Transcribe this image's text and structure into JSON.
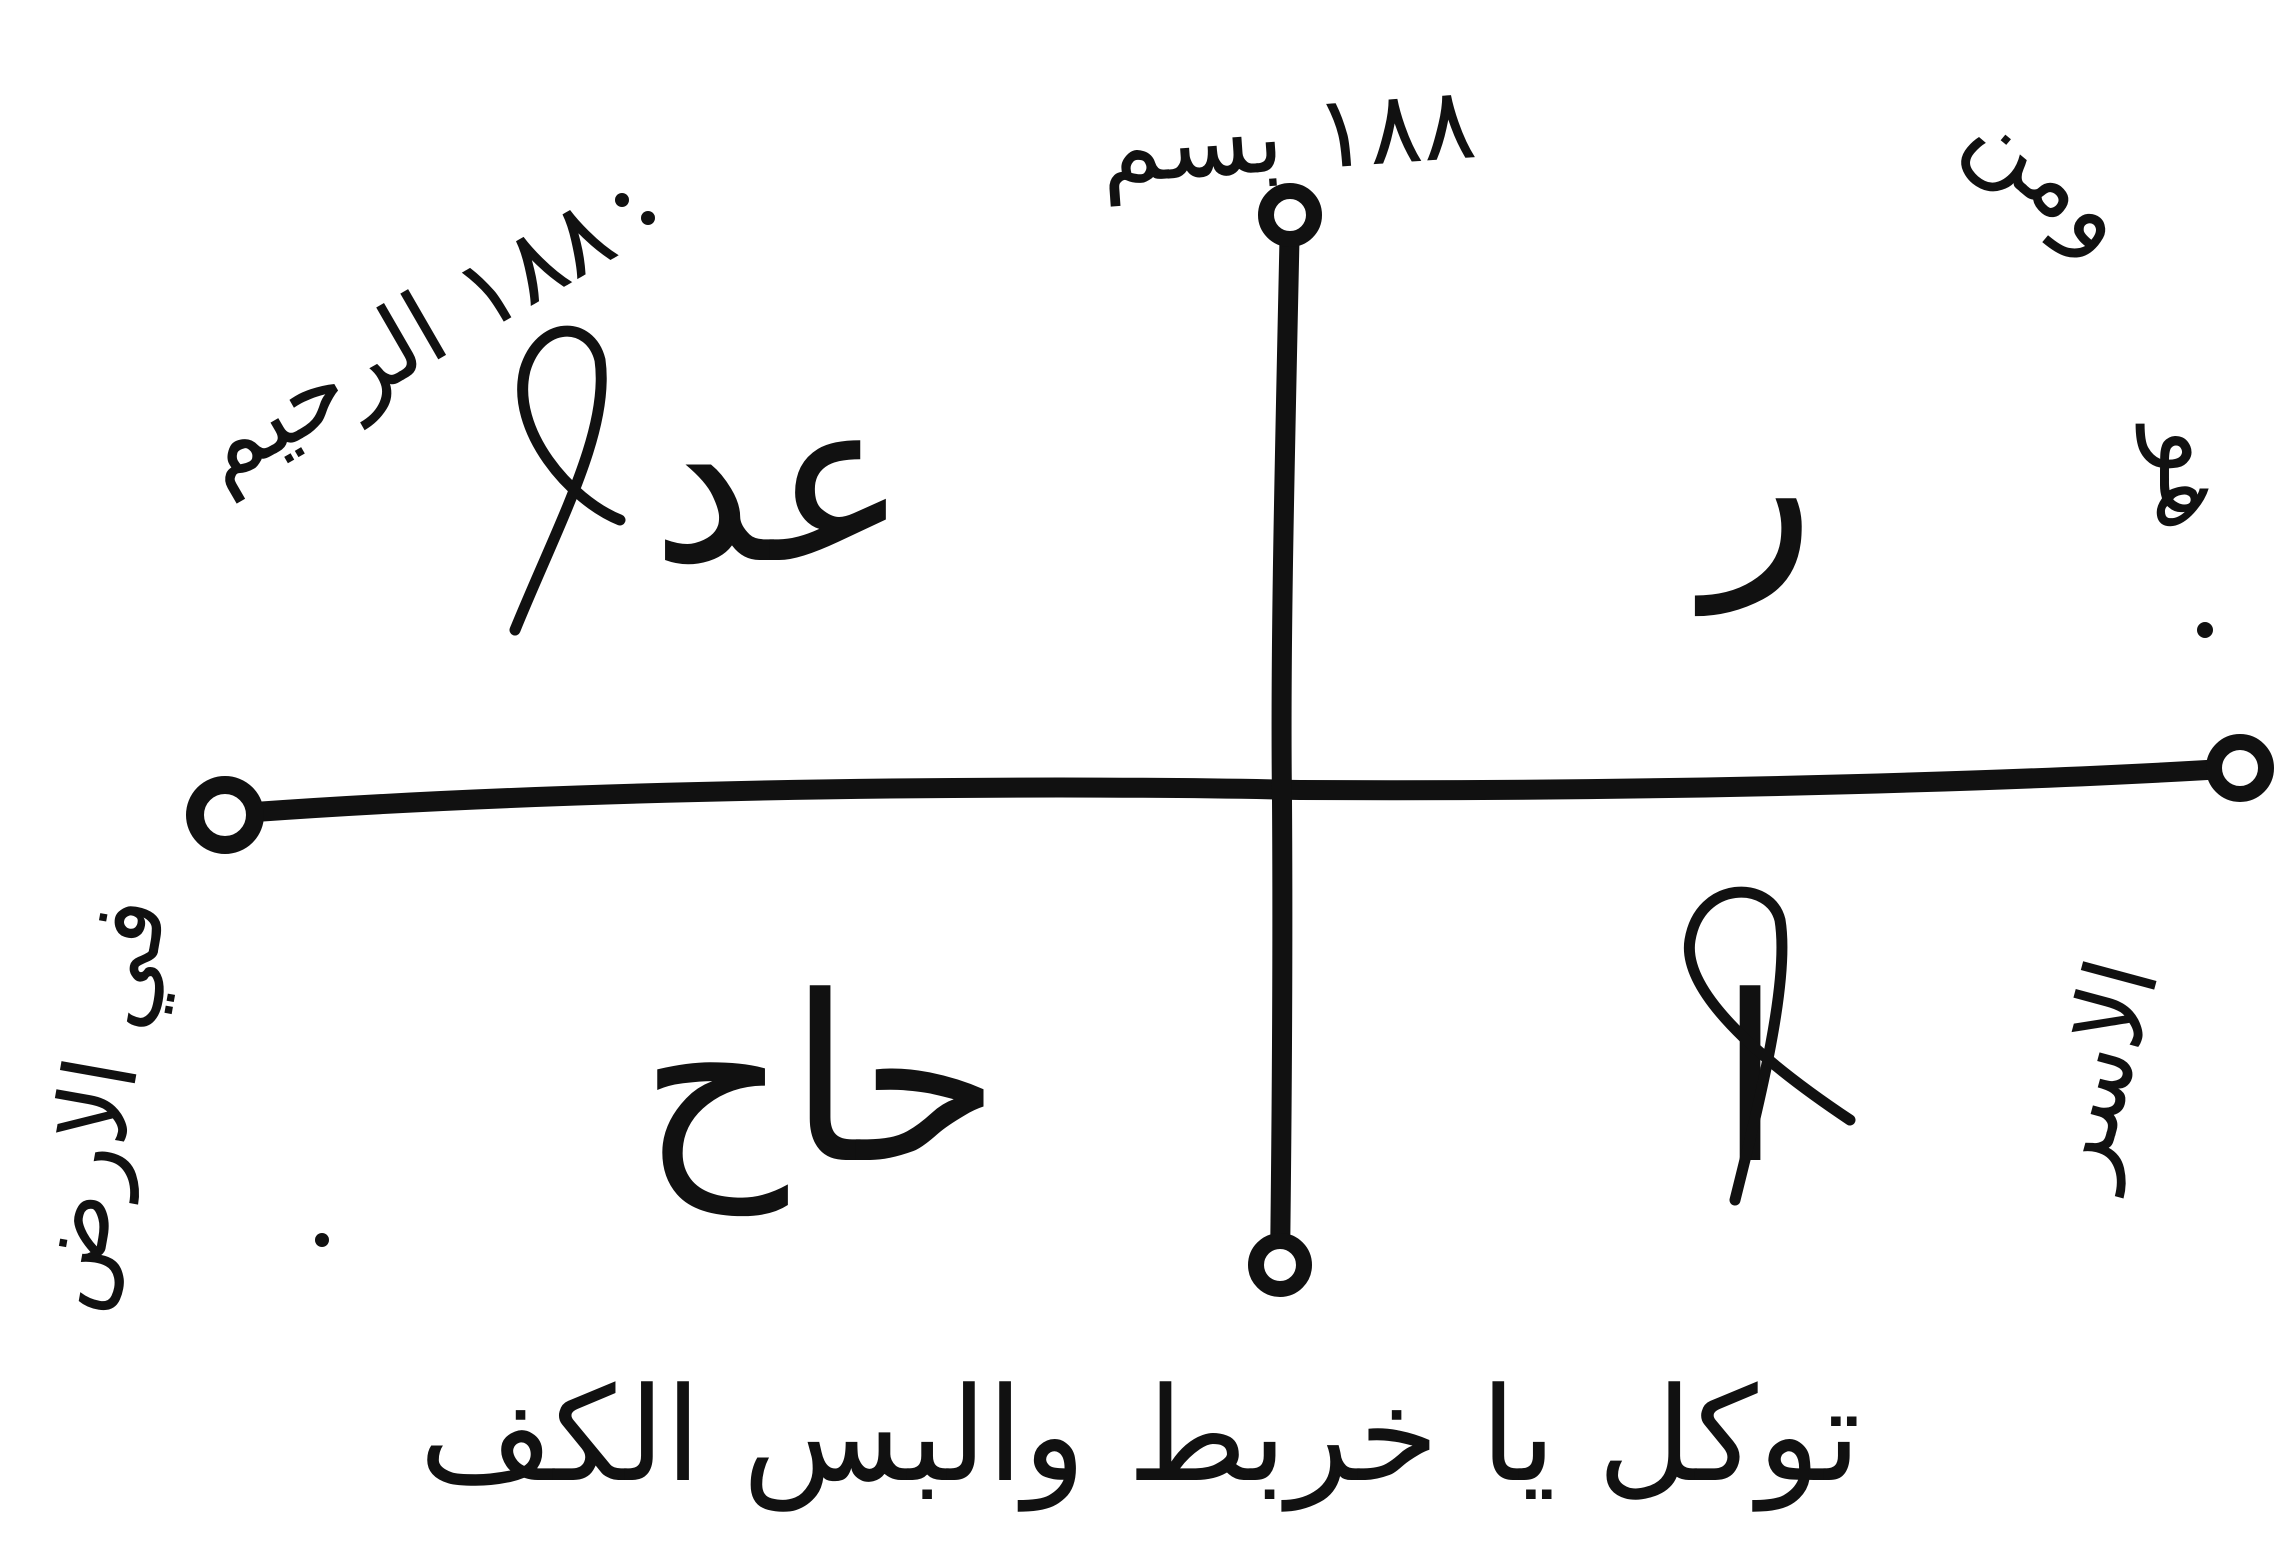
{
  "talisman": {
    "center_cells": {
      "top_left": "عد",
      "top_right": "ر",
      "bottom_left": "حاح",
      "bottom_right": "ا"
    },
    "ring_text": {
      "top_left": "١٨٨ الرحيم",
      "top": "١٨٨ بسم",
      "top_right": "ومن",
      "right": "هو",
      "right_lower": "الاسر",
      "left": "في الارض"
    },
    "bottom_text": "توكل يا خربط والبس الكف",
    "ink_color": "#111111",
    "background_color": "#ffffff"
  }
}
